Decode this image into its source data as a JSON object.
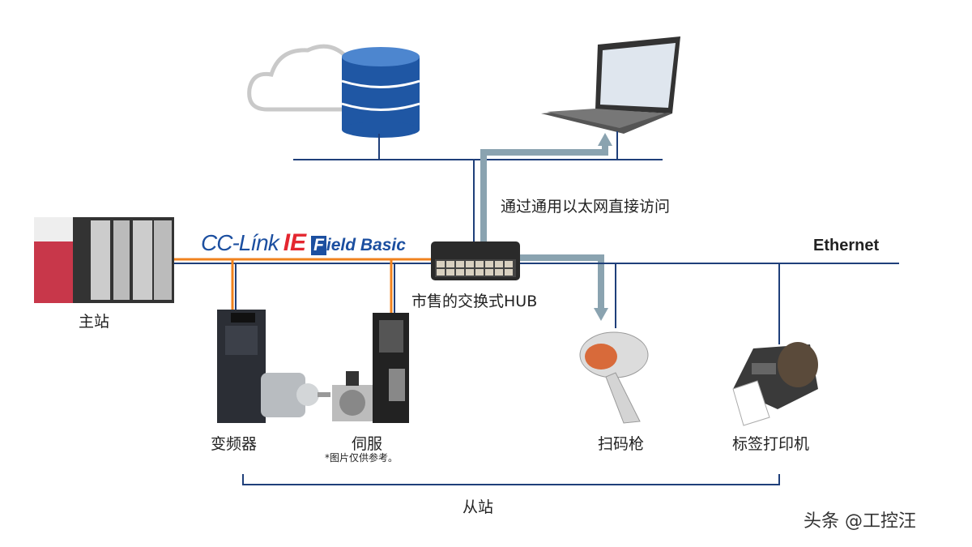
{
  "labels": {
    "access_note": "通过通用以太网直接访问",
    "ethernet": "Ethernet",
    "hub": "市售的交换式HUB",
    "master": "主站",
    "inverter": "变频器",
    "servo": "伺服",
    "image_note": "*图片仅供参考。",
    "scanner": "扫码枪",
    "printer": "标签打印机",
    "slaves": "从站",
    "watermark": "头条 @工控汪"
  },
  "logo": {
    "cc": "CC-Línk",
    "ie": "IE",
    "f": "F",
    "field": "ield Basic"
  },
  "colors": {
    "network_blue": "#1f3f7a",
    "cclink_orange": "#f0821e",
    "arrow_grey": "#8aa3b0"
  }
}
